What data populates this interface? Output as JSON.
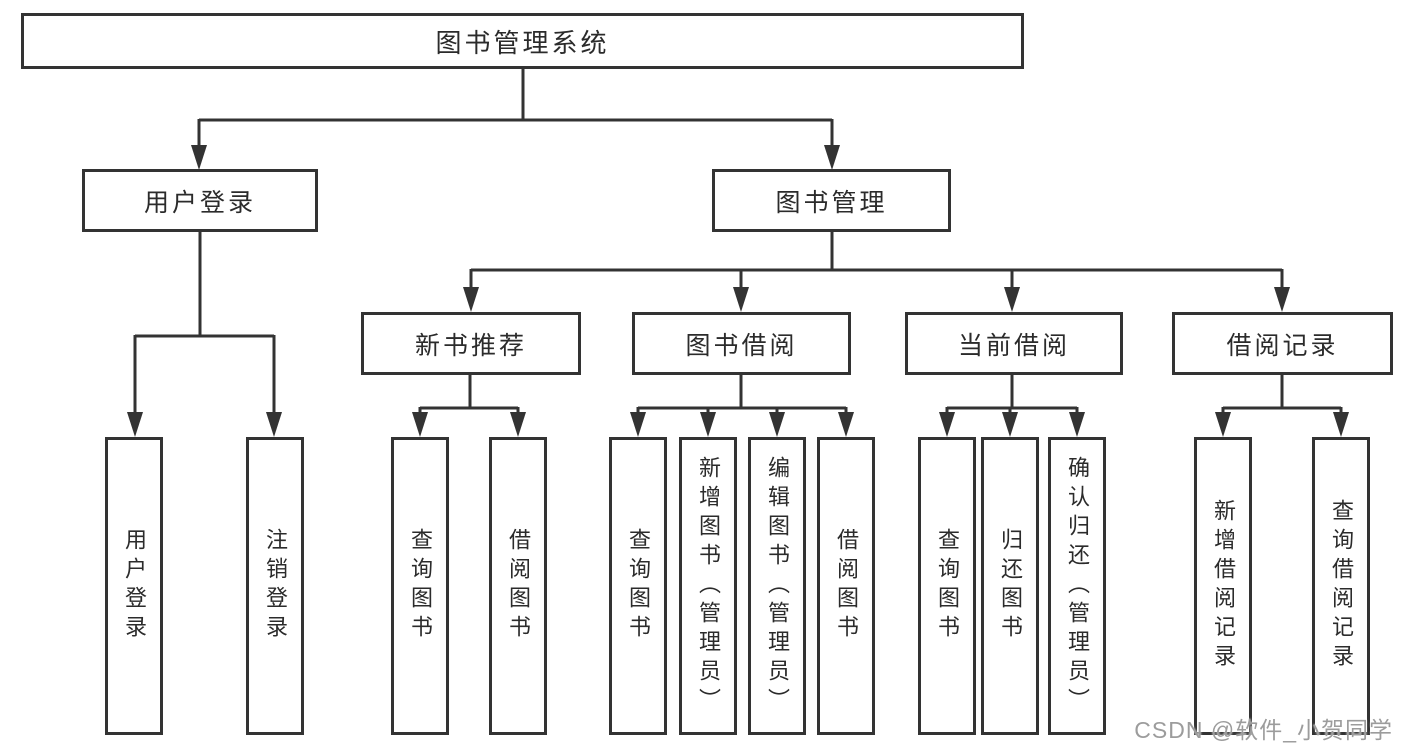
{
  "tree": {
    "root": "图书管理系统",
    "branches": [
      {
        "label": "用户登录",
        "leaves": [
          "用户登录",
          "注销登录"
        ]
      },
      {
        "label": "图书管理",
        "groups": [
          {
            "label": "新书推荐",
            "leaves": [
              "查询图书",
              "借阅图书"
            ]
          },
          {
            "label": "图书借阅",
            "leaves": [
              "查询图书",
              "新增图书（管理员）",
              "编辑图书（管理员）",
              "借阅图书"
            ]
          },
          {
            "label": "当前借阅",
            "leaves": [
              "查询图书",
              "归还图书",
              "确认归还（管理员）"
            ]
          },
          {
            "label": "借阅记录",
            "leaves": [
              "新增借阅记录",
              "查询借阅记录"
            ]
          }
        ]
      }
    ]
  },
  "watermark": "CSDN @软件_小贺同学",
  "colors": {
    "line": "#333333",
    "box_border": "#333333",
    "text": "#2b2b2b",
    "watermark": "#9c9c9c",
    "background": "#ffffff"
  }
}
